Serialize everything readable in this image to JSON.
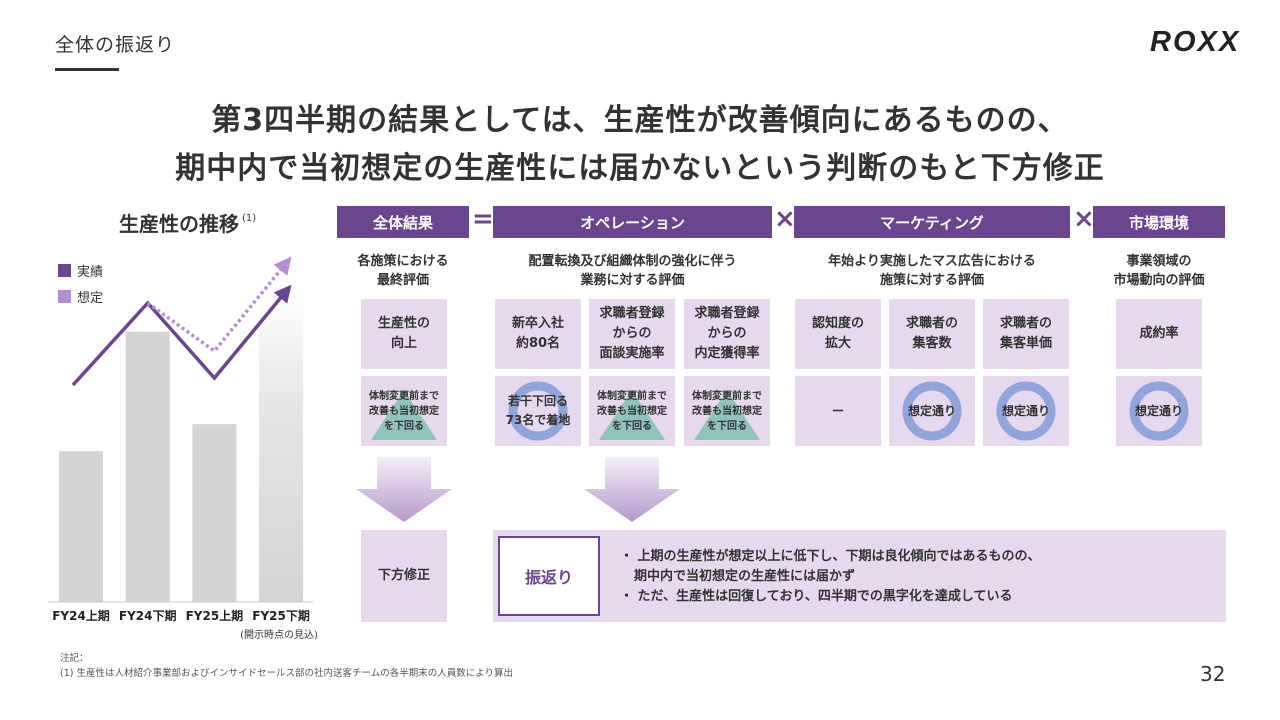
{
  "breadcrumb": "全体の振返り",
  "logo": "ROXX",
  "headline": {
    "line1": "第3四半期の結果としては、生産性が改善傾向にあるものの、",
    "line2": "期中内で当初想定の生産性には届かないという判断のもと下方修正"
  },
  "chart": {
    "title": "生産性の推移",
    "title_footnote": "(1)",
    "legend": [
      {
        "label": "実績",
        "color": "#6a4590"
      },
      {
        "label": "想定",
        "color": "#b28ed4"
      }
    ],
    "categories": [
      "FY24上期",
      "FY24下期",
      "FY25上期",
      "FY25下期"
    ],
    "last_category_note": "(開示時点の見込)"
  },
  "chart_data": {
    "type": "bar",
    "categories": [
      "FY24上期",
      "FY24下期",
      "FY25上期",
      "FY25下期"
    ],
    "values": [
      145,
      260,
      171,
      296
    ],
    "title": "生産性の推移",
    "xlabel": "",
    "ylabel": "",
    "ylim": [
      0,
      300
    ],
    "grid": false,
    "legend": "top-left",
    "overlay_lines": [
      {
        "name": "実績",
        "style": "solid",
        "color": "#6a4590",
        "points": [
          [
            "FY24上期",
            0.72
          ],
          [
            "FY24下期",
            0.97
          ],
          [
            "FY25上期",
            0.73
          ],
          [
            "FY25下期",
            1.0
          ]
        ]
      },
      {
        "name": "想定",
        "style": "dotted",
        "color": "#b28ed4",
        "points": [
          [
            "FY24下期",
            0.97
          ],
          [
            "FY25上期",
            0.84
          ],
          [
            "FY25下期",
            1.08
          ]
        ]
      }
    ]
  },
  "headers": {
    "total": "全体結果",
    "operation": "オペレーション",
    "marketing": "マーケティング",
    "market": "市場環境",
    "op_equals": "=",
    "op_times1": "×",
    "op_times2": "×",
    "op_times3": "×"
  },
  "descriptions": {
    "total_1": "各施策における",
    "total_2": "最終評価",
    "operation_1": "配置転換及び組織体制の強化に伴う",
    "operation_2": "業務に対する評価",
    "marketing_1": "年始より実施したマス広告における",
    "marketing_2": "施策に対する評価",
    "market_1": "事業領域の",
    "market_2": "市場動向の評価"
  },
  "metrics": {
    "productivity_1": "生産性の",
    "productivity_2": "向上",
    "newgrad_1": "新卒入社",
    "newgrad_2": "約80名",
    "interview_1": "求職者登録",
    "interview_2": "からの",
    "interview_3": "面談実施率",
    "offer_1": "求職者登録",
    "offer_2": "からの",
    "offer_3": "内定獲得率",
    "awareness_1": "認知度の",
    "awareness_2": "拡大",
    "acq_1": "求職者の",
    "acq_2": "集客数",
    "cpa_1": "求職者の",
    "cpa_2": "集客単価",
    "close_rate": "成約率"
  },
  "evaluations": {
    "productivity_1": "体制変更前まで",
    "productivity_2": "改善も当初想定",
    "productivity_3": "を下回る",
    "newgrad_1": "若干下回る",
    "newgrad_2": "73名で着地",
    "interview_1": "体制変更前まで",
    "interview_2": "改善も当初想定",
    "interview_3": "を下回る",
    "offer_1": "体制変更前まで",
    "offer_2": "改善も当初想定",
    "offer_3": "を下回る",
    "awareness": "ー",
    "acq": "想定通り",
    "cpa": "想定通り",
    "close_rate": "想定通り"
  },
  "result": "下方修正",
  "review": {
    "label": "振返り",
    "bullet_1a": "上期の生産性が想定以上に低下し、下期は良化傾向ではあるものの、",
    "bullet_1b": "期中内で当初想定の生産性には届かず",
    "bullet_2": "ただ、生産性は回復しており、四半期での黒字化を達成している"
  },
  "notes": {
    "heading": "注記：",
    "line_1": "(1) 生産性は人材紹介事業部およびインサイドセールス部の社内送客チームの各半期末の人員数により算出"
  },
  "page_number": "32",
  "colors": {
    "accent": "#6a4590",
    "accent_light": "#b28ed4",
    "box_fill": "#e6d9ee",
    "triangle": "#8fc4bd",
    "circle": "#8fa5dc",
    "bar": "#d4d4d4"
  }
}
